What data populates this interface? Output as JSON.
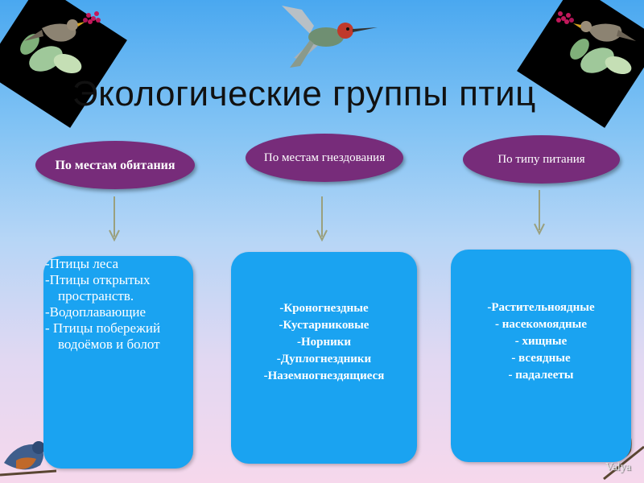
{
  "title": "Экологические группы птиц",
  "categories": [
    {
      "label": "По  местам обитания",
      "items": [
        "-Птицы  леса",
        "-Птицы открытых пространств.",
        "-Водоплавающие",
        "- Птицы побережий водоёмов и болот"
      ]
    },
    {
      "label": "По местам гнездования",
      "items": [
        "-Кроногнездные",
        "-Кустарниковые",
        "-Норники",
        "-Дуплогнездники",
        "-Наземногнездящиеся"
      ]
    },
    {
      "label": "По типу питания",
      "items": [
        "-Растительноядные",
        "- насекомоядные",
        "- хищные",
        "- всеядные",
        "- падалееты"
      ]
    }
  ],
  "watermark": "Valya",
  "colors": {
    "oval": "#772c7a",
    "box": "#1aa3f1",
    "arrow": "#9aa07e",
    "background_top": "#4aa8f0",
    "background_bottom": "#f6d8ec"
  },
  "decor": [
    "bird-on-branch-illustration",
    "hummingbird-illustration",
    "songbird-illustration"
  ]
}
